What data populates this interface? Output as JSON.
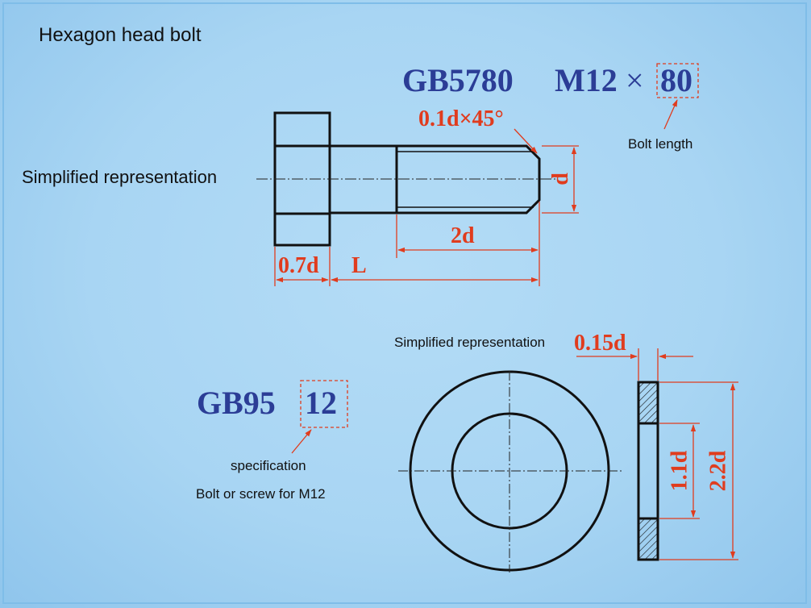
{
  "title": "Hexagon head bolt",
  "bolt": {
    "standard": "GB5780",
    "spec_prefix": "M12",
    "times": "×",
    "length_value": "80",
    "length_note": "Bolt length",
    "simplified_label": "Simplified representation",
    "chamfer": "0.1d×45°",
    "dim_d": "d",
    "dim_2d": "2d",
    "dim_07d": "0.7d",
    "dim_L": "L"
  },
  "washer": {
    "standard": "GB95",
    "spec_value": "12",
    "spec_note": "specification",
    "usage_note": "Bolt or screw for M12",
    "simplified_label": "Simplified representation",
    "dim_015d": "0.15d",
    "dim_11d": "1.1d",
    "dim_22d": "2.2d"
  },
  "colors": {
    "background": "#a8d5f3",
    "outline": "#111111",
    "dimension": "#e03c1e",
    "standard_text": "#2b3d96"
  }
}
